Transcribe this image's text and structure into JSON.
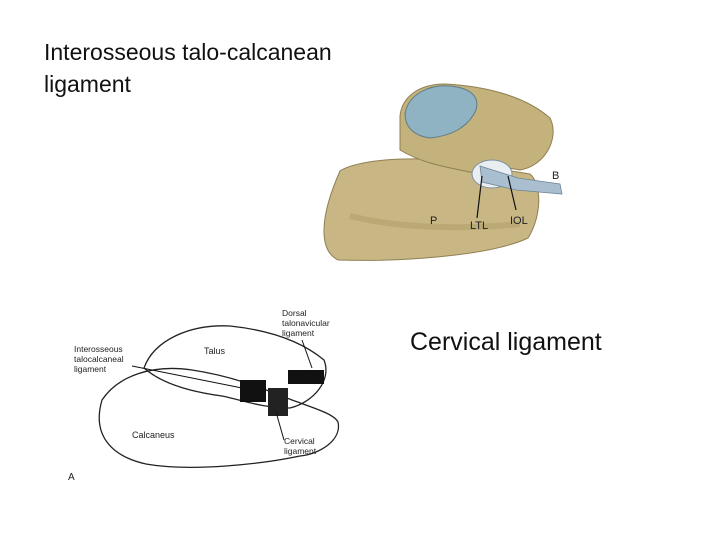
{
  "slide": {
    "title": "Interosseous talo-calcanean\nligament",
    "right_caption": "Cervical ligament"
  },
  "top_illustration": {
    "labels": {
      "b": "B",
      "p": "P",
      "ltl": "LTL",
      "iol": "IOL"
    }
  },
  "bottom_illustration": {
    "labels": {
      "dorsal": "Dorsal\ntalonavicular\nligament",
      "talus": "Talus",
      "interosseous": "Interosseous\ntalocalcaneal\nligament",
      "calcaneus": "Calcaneus",
      "cervical": "Cervical\nligament",
      "panel": "A"
    }
  },
  "colors": {
    "bone": "#c8b784",
    "bone_shadow": "#8f7f52",
    "cartilage": "#8fb3c2",
    "ligament": "#a9bfd0"
  }
}
